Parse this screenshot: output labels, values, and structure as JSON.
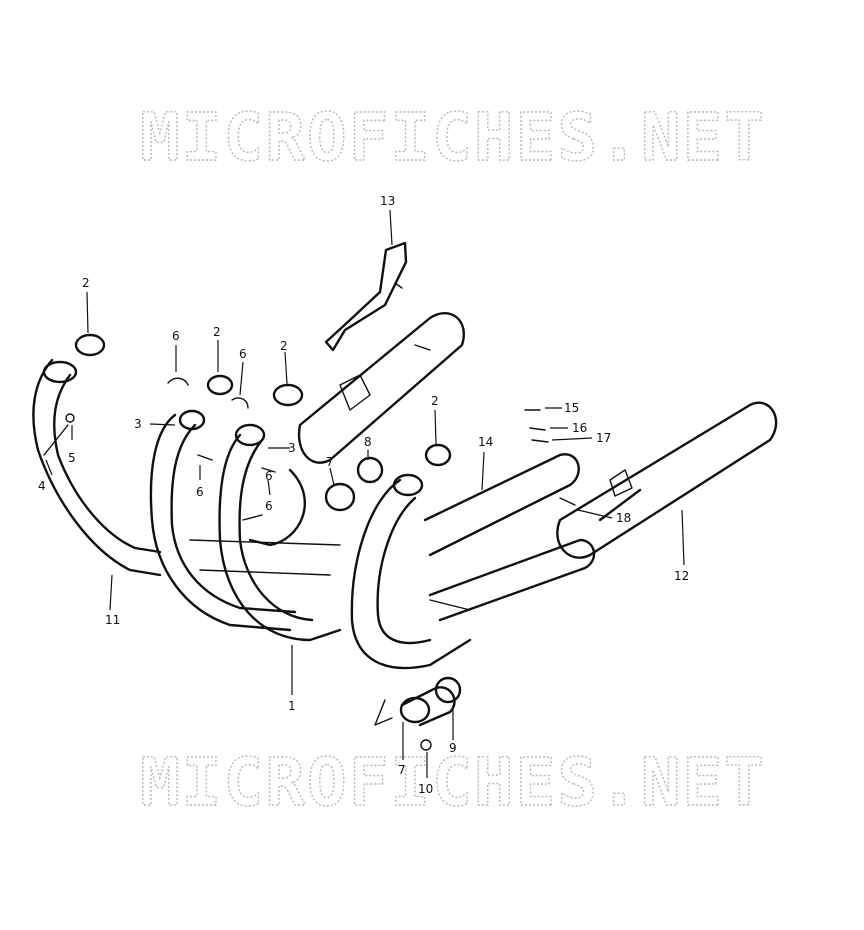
{
  "watermark": {
    "top": "MICROFICHES.NET",
    "bottom": "MICROFICHES.NET"
  },
  "callouts": {
    "c1": "1",
    "c2a": "2",
    "c2b": "2",
    "c2c": "2",
    "c2d": "2",
    "c3a": "3",
    "c3b": "3",
    "c4": "4",
    "c5": "5",
    "c6a": "6",
    "c6b": "6",
    "c6c": "6",
    "c6d": "6",
    "c6e": "6",
    "c7a": "7",
    "c7b": "7",
    "c8": "8",
    "c9": "9",
    "c10": "10",
    "c11": "11",
    "c12": "12",
    "c13": "13",
    "c14": "14",
    "c15": "15",
    "c16": "16",
    "c17": "17",
    "c18": "18"
  }
}
